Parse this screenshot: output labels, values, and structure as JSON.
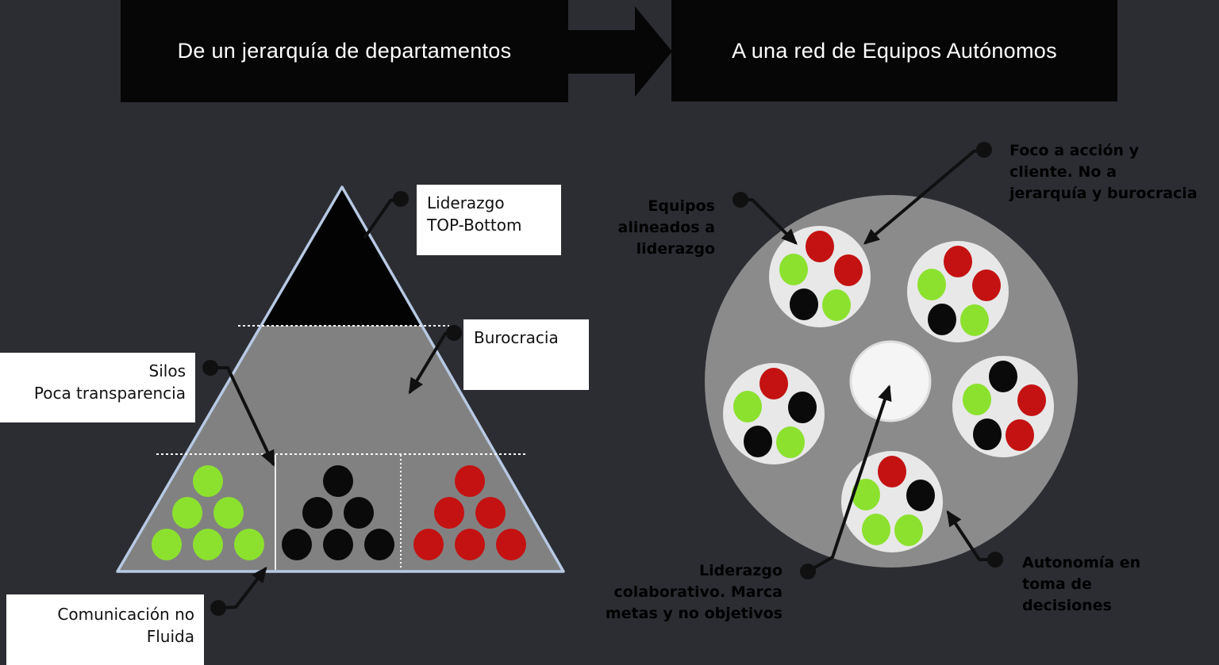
{
  "header": {
    "from_box": "De un jerarquía de departamentos",
    "to_box": "A una red de Equipos Autónomos"
  },
  "pyramid": {
    "callouts": {
      "leadership": "Liderazgo\nTOP-Bottom",
      "bureaucracy": "Burocracia",
      "silos": "Silos\nPoca transparencia",
      "communication": "Comunicación no\nFluida"
    },
    "silo_groups": [
      {
        "color": "green",
        "member_count": 6
      },
      {
        "color": "black",
        "member_count": 6
      },
      {
        "color": "red",
        "member_count": 6
      }
    ]
  },
  "network": {
    "annotations": {
      "aligned": "Equipos\nalineados a\nliderazgo",
      "focus": "Foco a acción y\ncliente. No a\njerarquía y burocracia",
      "collab": "Liderazgo\ncolaborativo. Marca\nmetas y no objetivos",
      "autonomy": "Autonomía en\ntoma de\ndecisiones"
    },
    "teams": [
      {
        "position": "top-left",
        "members": [
          "red",
          "green",
          "red",
          "black",
          "green"
        ]
      },
      {
        "position": "top-right",
        "members": [
          "red",
          "green",
          "red",
          "black",
          "green"
        ]
      },
      {
        "position": "left",
        "members": [
          "red",
          "green",
          "black",
          "black",
          "green"
        ]
      },
      {
        "position": "right",
        "members": [
          "black",
          "green",
          "red",
          "black",
          "red"
        ]
      },
      {
        "position": "bottom",
        "members": [
          "red",
          "green",
          "black",
          "green",
          "green"
        ]
      }
    ],
    "hub": {
      "style": "empty-center-circle"
    }
  },
  "palette": {
    "background": "#2b2d32",
    "header_bg": "#060606",
    "header_text": "#ffffff",
    "pyramid_gray": "#818181",
    "pyramid_top_black": "#030303",
    "pyramid_border": "#b7c9e3",
    "divider_white": "#ffffff",
    "network_gray": "#8b8b8b",
    "team_circle_bg": "#e8e8e8",
    "hub_bg": "#f5f5f5",
    "member_green": "#8ce12f",
    "member_red": "#c41212",
    "member_black": "#0a0a0a",
    "connector": "#101010"
  }
}
